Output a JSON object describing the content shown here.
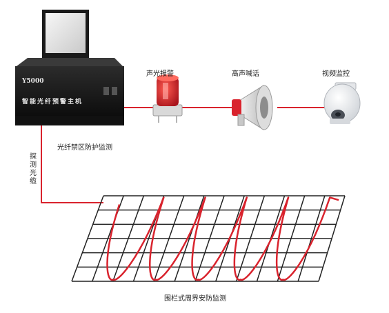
{
  "device": {
    "model_label": "Y5000",
    "front_label": "智能光纤预警主机"
  },
  "labels": {
    "fiber_zone": "光纤禁区防护监测",
    "alarm": "声光报警",
    "loudspeaker": "高声喊话",
    "camera": "视频监控",
    "sensing_cable": "探测光缆",
    "fence": "围栏式周界安防监测"
  },
  "colors": {
    "link_line": "#d9232d",
    "fence_grid": "#222222",
    "device_body": "#1a1a1a",
    "alarm_lamp": "#d9232d"
  },
  "icons": {
    "alarm": "warning-beacon-icon",
    "loudspeaker": "megaphone-icon",
    "camera": "dome-camera-icon"
  }
}
